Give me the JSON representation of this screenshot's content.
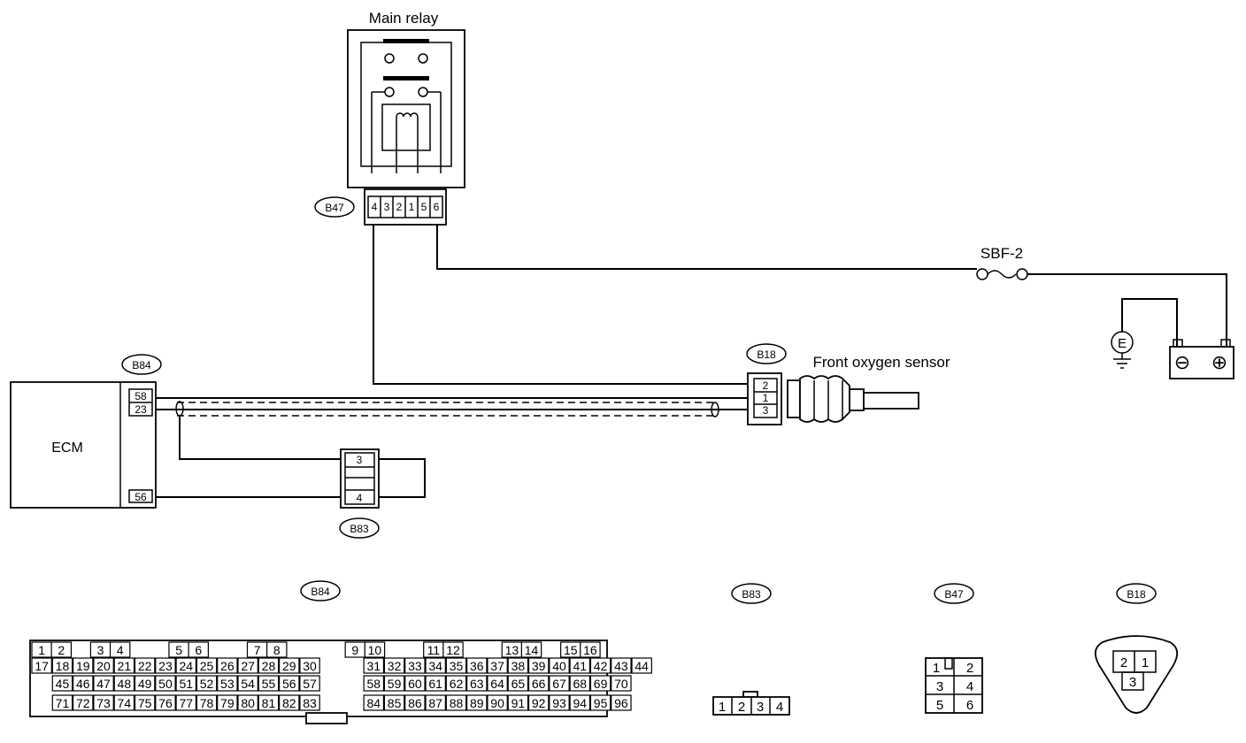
{
  "labels": {
    "main_relay": "Main relay",
    "sbf": "SBF-2",
    "front_o2": "Front oxygen sensor",
    "ecm": "ECM",
    "earth": "E",
    "neg": "⊖",
    "pos": "⊕"
  },
  "connectors": {
    "b47": "B47",
    "b84": "B84",
    "b18": "B18",
    "b83": "B83"
  },
  "ecm_pins": [
    "58",
    "23",
    "56"
  ],
  "b18_pins": [
    "2",
    "1",
    "3"
  ],
  "b83_pins": [
    "3",
    "4"
  ],
  "b47_pins": [
    "4",
    "3",
    "2",
    "1",
    "5",
    "6"
  ],
  "b84_face": {
    "row1": [
      "1",
      "2",
      "3",
      "4",
      "5",
      "6",
      "7",
      "8",
      "9",
      "10",
      "11",
      "12",
      "13",
      "14",
      "15",
      "16"
    ],
    "row2": [
      "17",
      "18",
      "19",
      "20",
      "21",
      "22",
      "23",
      "24",
      "25",
      "26",
      "27",
      "28",
      "29",
      "30",
      "31",
      "32",
      "33",
      "34",
      "35",
      "36",
      "37",
      "38",
      "39",
      "40",
      "41",
      "42",
      "43",
      "44"
    ],
    "row3": [
      "45",
      "46",
      "47",
      "48",
      "49",
      "50",
      "51",
      "52",
      "53",
      "54",
      "55",
      "56",
      "57",
      "58",
      "59",
      "60",
      "61",
      "62",
      "63",
      "64",
      "65",
      "66",
      "67",
      "68",
      "69",
      "70"
    ],
    "row4": [
      "71",
      "72",
      "73",
      "74",
      "75",
      "76",
      "77",
      "78",
      "79",
      "80",
      "81",
      "82",
      "83",
      "84",
      "85",
      "86",
      "87",
      "88",
      "89",
      "90",
      "91",
      "92",
      "93",
      "94",
      "95",
      "96"
    ]
  },
  "b83_face": [
    "1",
    "2",
    "3",
    "4"
  ],
  "b47_face": [
    "1",
    "2",
    "3",
    "4",
    "5",
    "6"
  ],
  "b18_face": [
    "2",
    "1",
    "3"
  ]
}
